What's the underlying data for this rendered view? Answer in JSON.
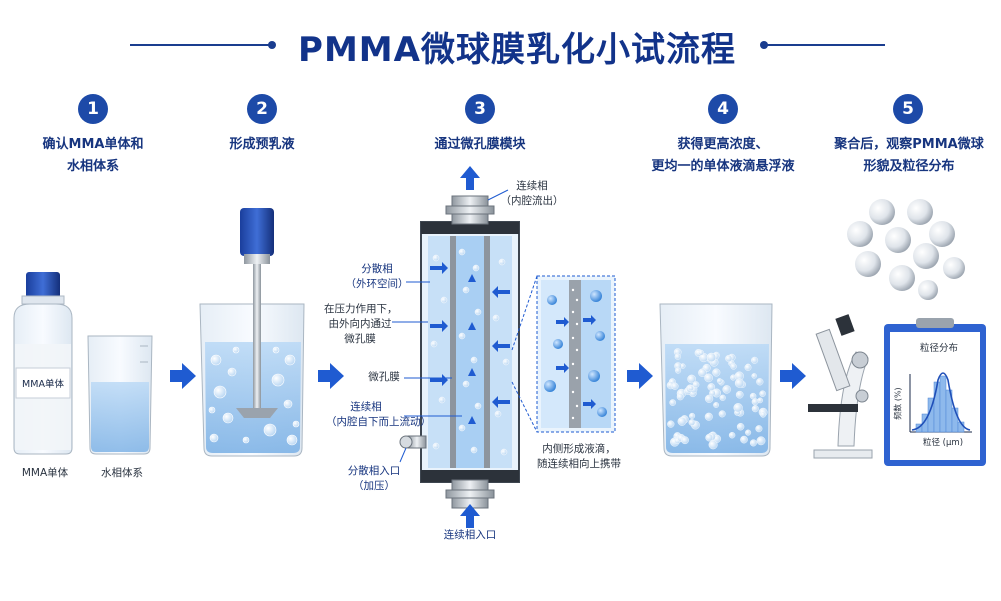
{
  "title": "PMMA微球膜乳化小试流程",
  "steps": [
    {
      "num": "1",
      "line1": "确认MMA单体和",
      "line2": "水相体系"
    },
    {
      "num": "2",
      "line1": "形成预乳液"
    },
    {
      "num": "3",
      "line1": "通过微孔膜模块"
    },
    {
      "num": "4",
      "line1": "获得更高浓度、",
      "line2": "更均一的单体液滴悬浮液"
    },
    {
      "num": "5",
      "line1": "聚合后，观察PMMA微球",
      "line2": "形貌及粒径分布"
    }
  ],
  "step1": {
    "bottle_label": "MMA单体",
    "caption_bottle": "MMA单体",
    "caption_beaker": "水相体系"
  },
  "module": {
    "outlet_label_1": "连续相",
    "outlet_label_2": "（内腔流出）",
    "dispersed_label_1": "分散相",
    "dispersed_label_2": "（外环空间）",
    "pressure_label_1": "在压力作用下，",
    "pressure_label_2": "由外向内通过",
    "pressure_label_3": "微孔膜",
    "membrane_label": "微孔膜",
    "continuous_label_1": "连续相",
    "continuous_label_2": "（内腔自下而上流动）",
    "dispersed_inlet_1": "分散相入口",
    "dispersed_inlet_2": "（加压）",
    "continuous_inlet": "连续相入口",
    "zoom_caption_1": "内侧形成液滴，",
    "zoom_caption_2": "随连续相向上携带"
  },
  "clipboard": {
    "title": "粒径分布",
    "ylabel": "频数 (%)",
    "xlabel": "粒径 (μm)"
  },
  "colors": {
    "title": "#12338a",
    "accent": "#1d4aa8",
    "liquid": "#9cc6ef",
    "arrow": "#1f5bd1"
  }
}
